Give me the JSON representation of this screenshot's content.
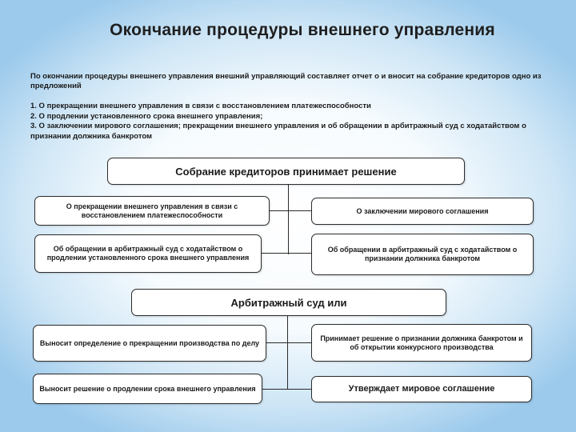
{
  "title": "Окончание процедуры внешнего управления",
  "intro": "По окончании процедуры внешнего управления  внешний управляющий составляет отчет  о  и вносит  на собрание кредиторов одно  из предложений",
  "options": [
    "1. О  прекращении внешнего управления  в связи с восстановлением  платежеспособности",
    "2. О   продлении установленного срока внешнего управления;",
    "3. О  заключении мирового  соглашения; прекращении внешнего управления и об обращении в арбитражный суд  с ходатайством  о признании должника банкротом"
  ],
  "creditors": {
    "header": "Собрание кредиторов принимает решение",
    "left": [
      "О прекращении  внешнего управления в связи с восстановлением платежеспособности",
      "Об обращении в арбитражный суд с ходатайством о продлении установленного срока внешнего управления"
    ],
    "right": [
      "О заключении мирового соглашения",
      "Об обращении в арбитражный суд с ходатайством о признании должника банкротом"
    ]
  },
  "court": {
    "header": "Арбитражный суд  или",
    "left": [
      "Выносит определение о прекращении производства по делу",
      "Выносит решение о продлении срока внешнего управления"
    ],
    "right": [
      "Принимает решение о признании должника банкротом и об открытии конкурсного производства",
      "Утверждает мировое соглашение"
    ]
  }
}
